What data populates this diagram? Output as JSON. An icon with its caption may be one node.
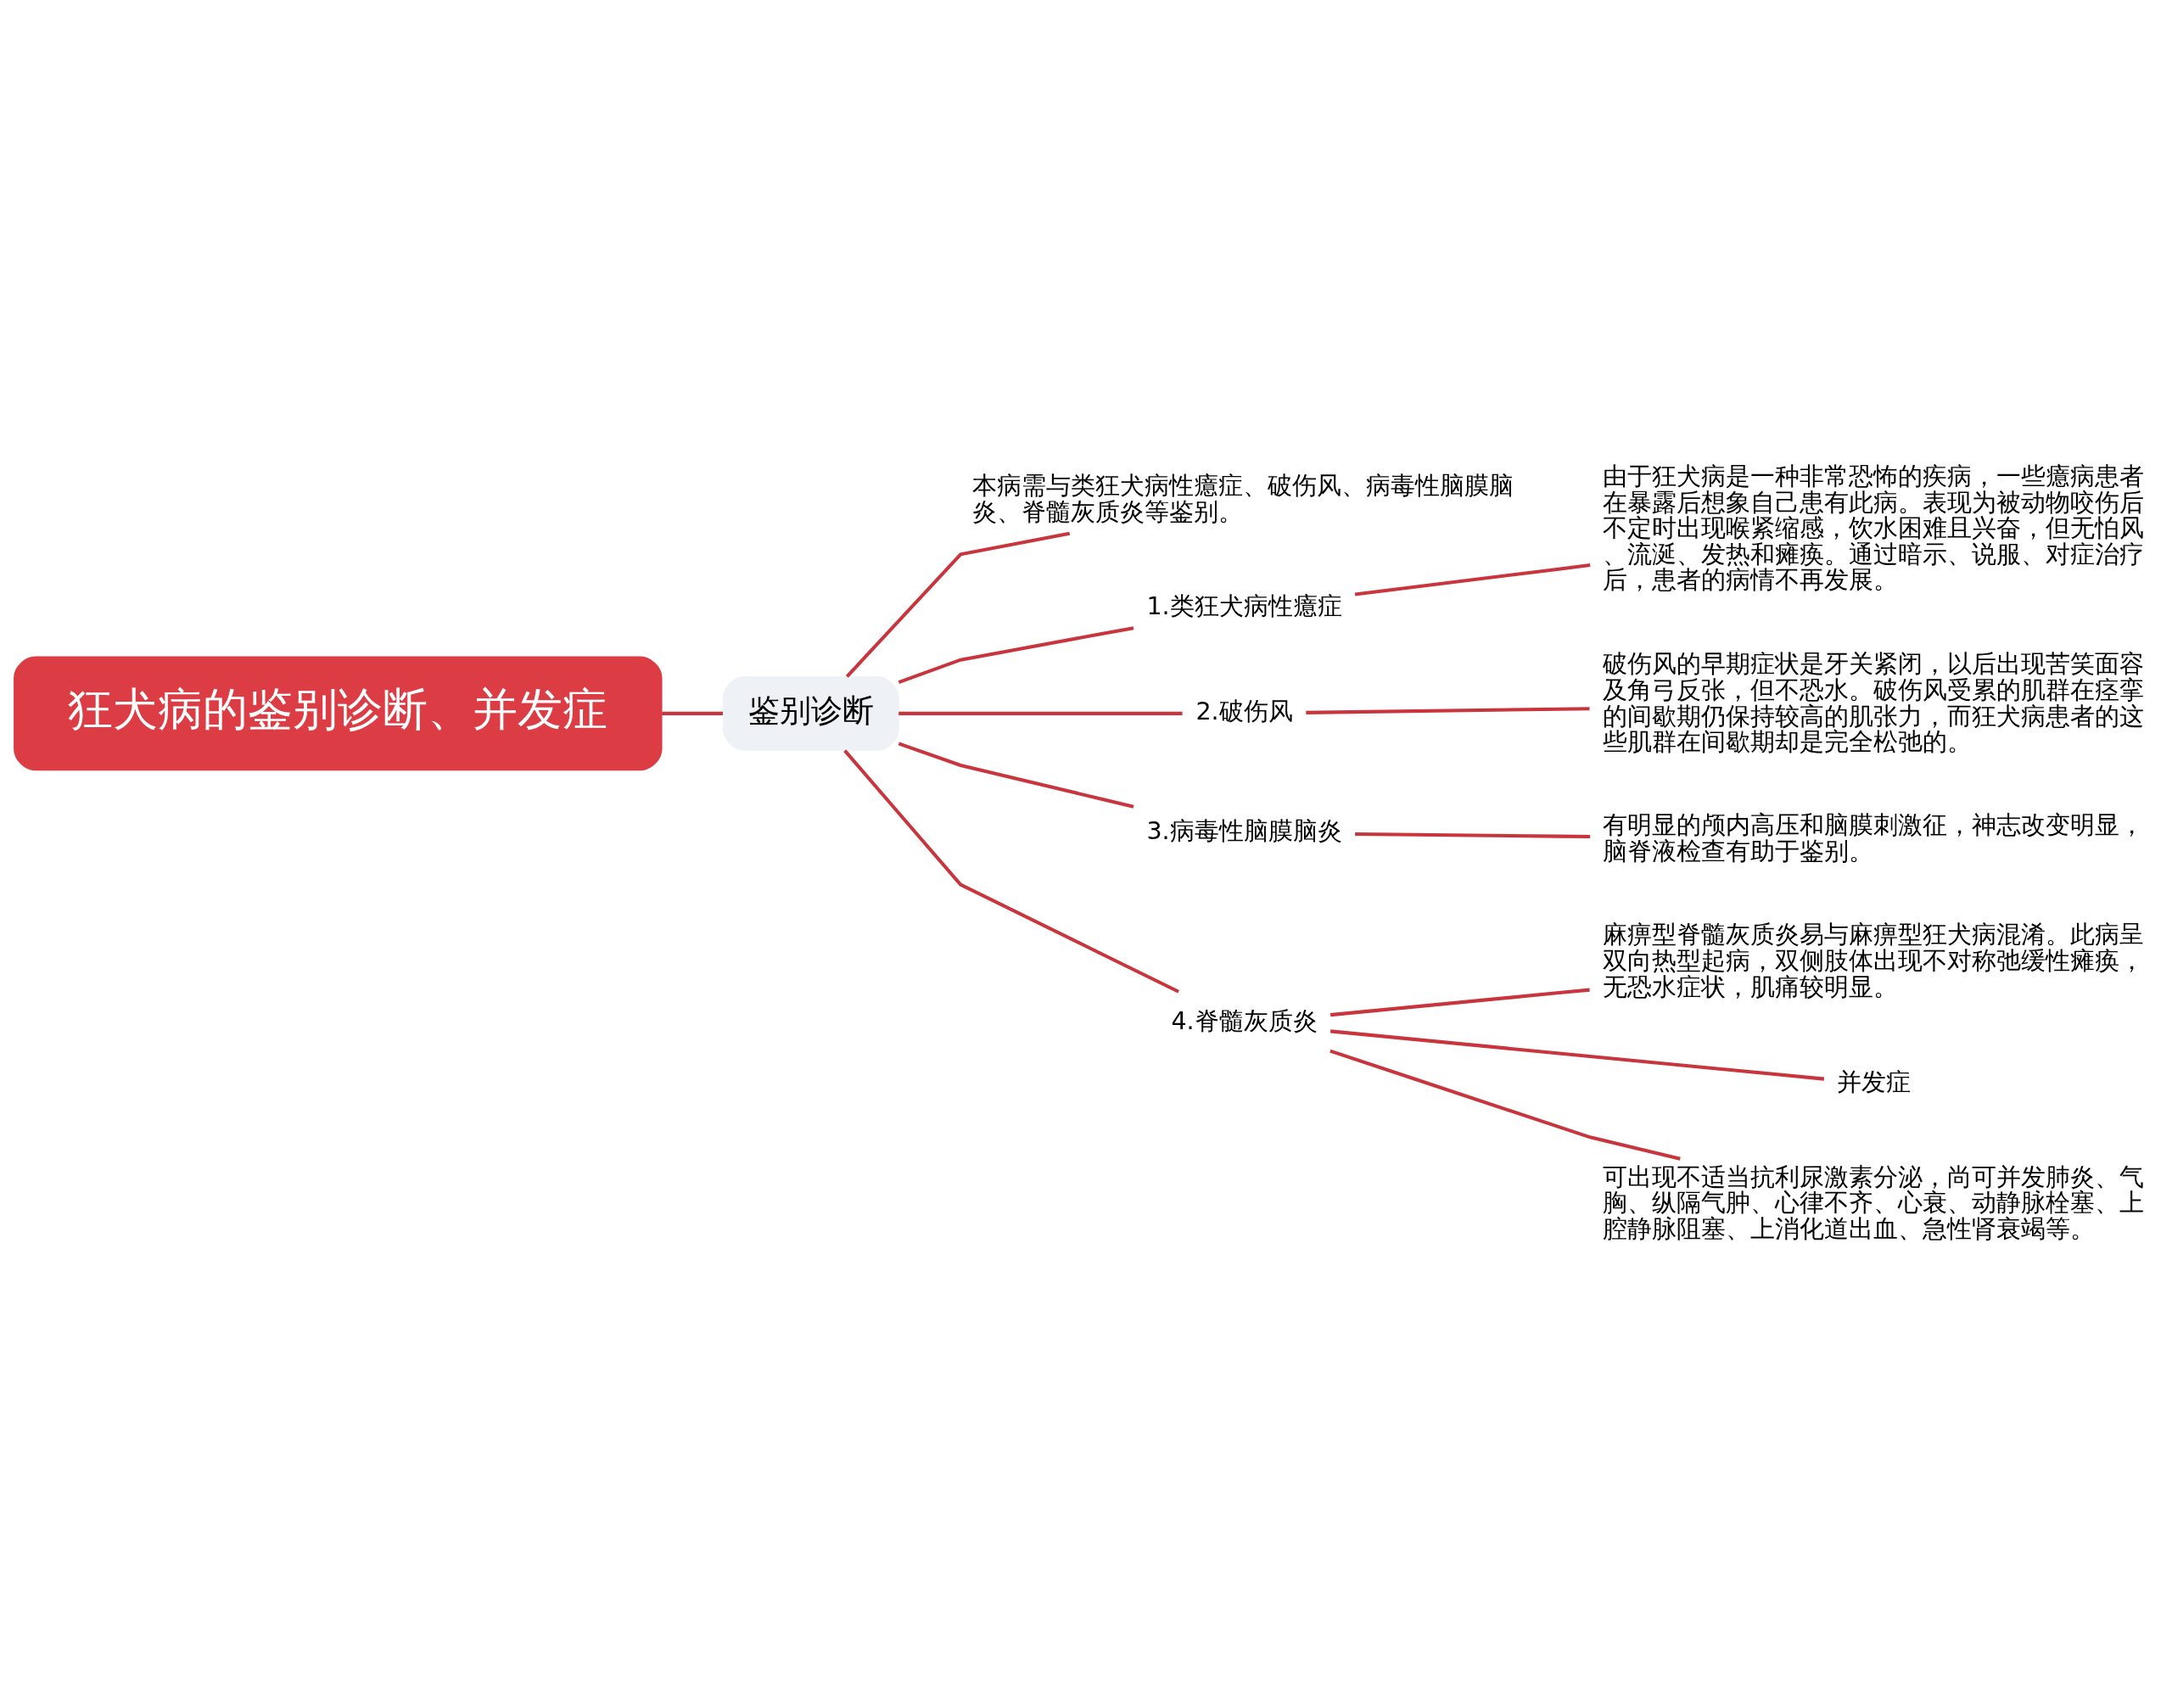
{
  "diagram": {
    "nodes": [
      {
        "text": [
          "狂犬病的鉴别诊断、并发症"
        ]
      },
      {
        "text": [
          "鉴别诊断"
        ]
      },
      {
        "text": [
          "本病需与类狂犬病性癔症、破伤风、病毒性脑膜脑炎、脊髓灰质炎等鉴别。"
        ]
      },
      {
        "text": [
          "1.类狂犬病性癔症"
        ]
      },
      {
        "text": [
          "由于狂犬病是一种非常恐怖的疾病，一些癔病患者在暴露后想象自己患有此病。表现为被动物咬伤后不定时出现喉紧缩感，饮水困难且兴奋，但无怕风、流涎、发热和瘫痪。通过暗示、说服、对症治疗后，患者的病情不再发展。"
        ]
      },
      {
        "text": [
          "2.破伤风"
        ]
      },
      {
        "text": [
          "破伤风的早期症状是牙关紧闭，以后出现苦笑面容及角弓反张，但不恐水。破伤风受累的肌群在痉挛的间歇期仍保持较高的肌张力，而狂犬病患者的这些肌群在间歇期却是完全松弛的。"
        ]
      },
      {
        "text": [
          "3.病毒性脑膜脑炎"
        ]
      },
      {
        "text": [
          "有明显的颅内高压和脑膜刺激征，神志改变明显，脑脊液检查有助于鉴别。"
        ]
      },
      {
        "text": [
          "4.脊髓灰质炎"
        ]
      },
      {
        "text": [
          "麻痹型脊髓灰质炎易与麻痹型狂犬病混淆。此病呈双向热型起病，双侧肢体出现不对称弛缓性瘫痪，无恐水症状，肌痛较明显。"
        ]
      },
      {
        "text": [
          "并发症"
        ]
      },
      {
        "text": [
          "可出现不适当抗利尿激素分泌，尚可并发肺炎、气胸、纵隔气肿、心律不齐、心衰、动静脉栓塞、上腔静脉阻塞、上消化道出血、急性肾衰竭等。"
        ]
      }
    ],
    "edges": [
      {
        "from": 0,
        "to": 1,
        "arrow": "none"
      },
      {
        "from": 1,
        "to": 2,
        "arrow": "none"
      },
      {
        "from": 1,
        "to": 3,
        "arrow": "none"
      },
      {
        "from": 1,
        "to": 5,
        "arrow": "none"
      },
      {
        "from": 1,
        "to": 7,
        "arrow": "none"
      },
      {
        "from": 1,
        "to": 9,
        "arrow": "none"
      },
      {
        "from": 3,
        "to": 4,
        "arrow": "none"
      },
      {
        "from": 5,
        "to": 6,
        "arrow": "none"
      },
      {
        "from": 7,
        "to": 8,
        "arrow": "none"
      },
      {
        "from": 9,
        "to": 10,
        "arrow": "none"
      },
      {
        "from": 9,
        "to": 11,
        "arrow": "none"
      },
      {
        "from": 9,
        "to": 12,
        "arrow": "none"
      }
    ]
  }
}
